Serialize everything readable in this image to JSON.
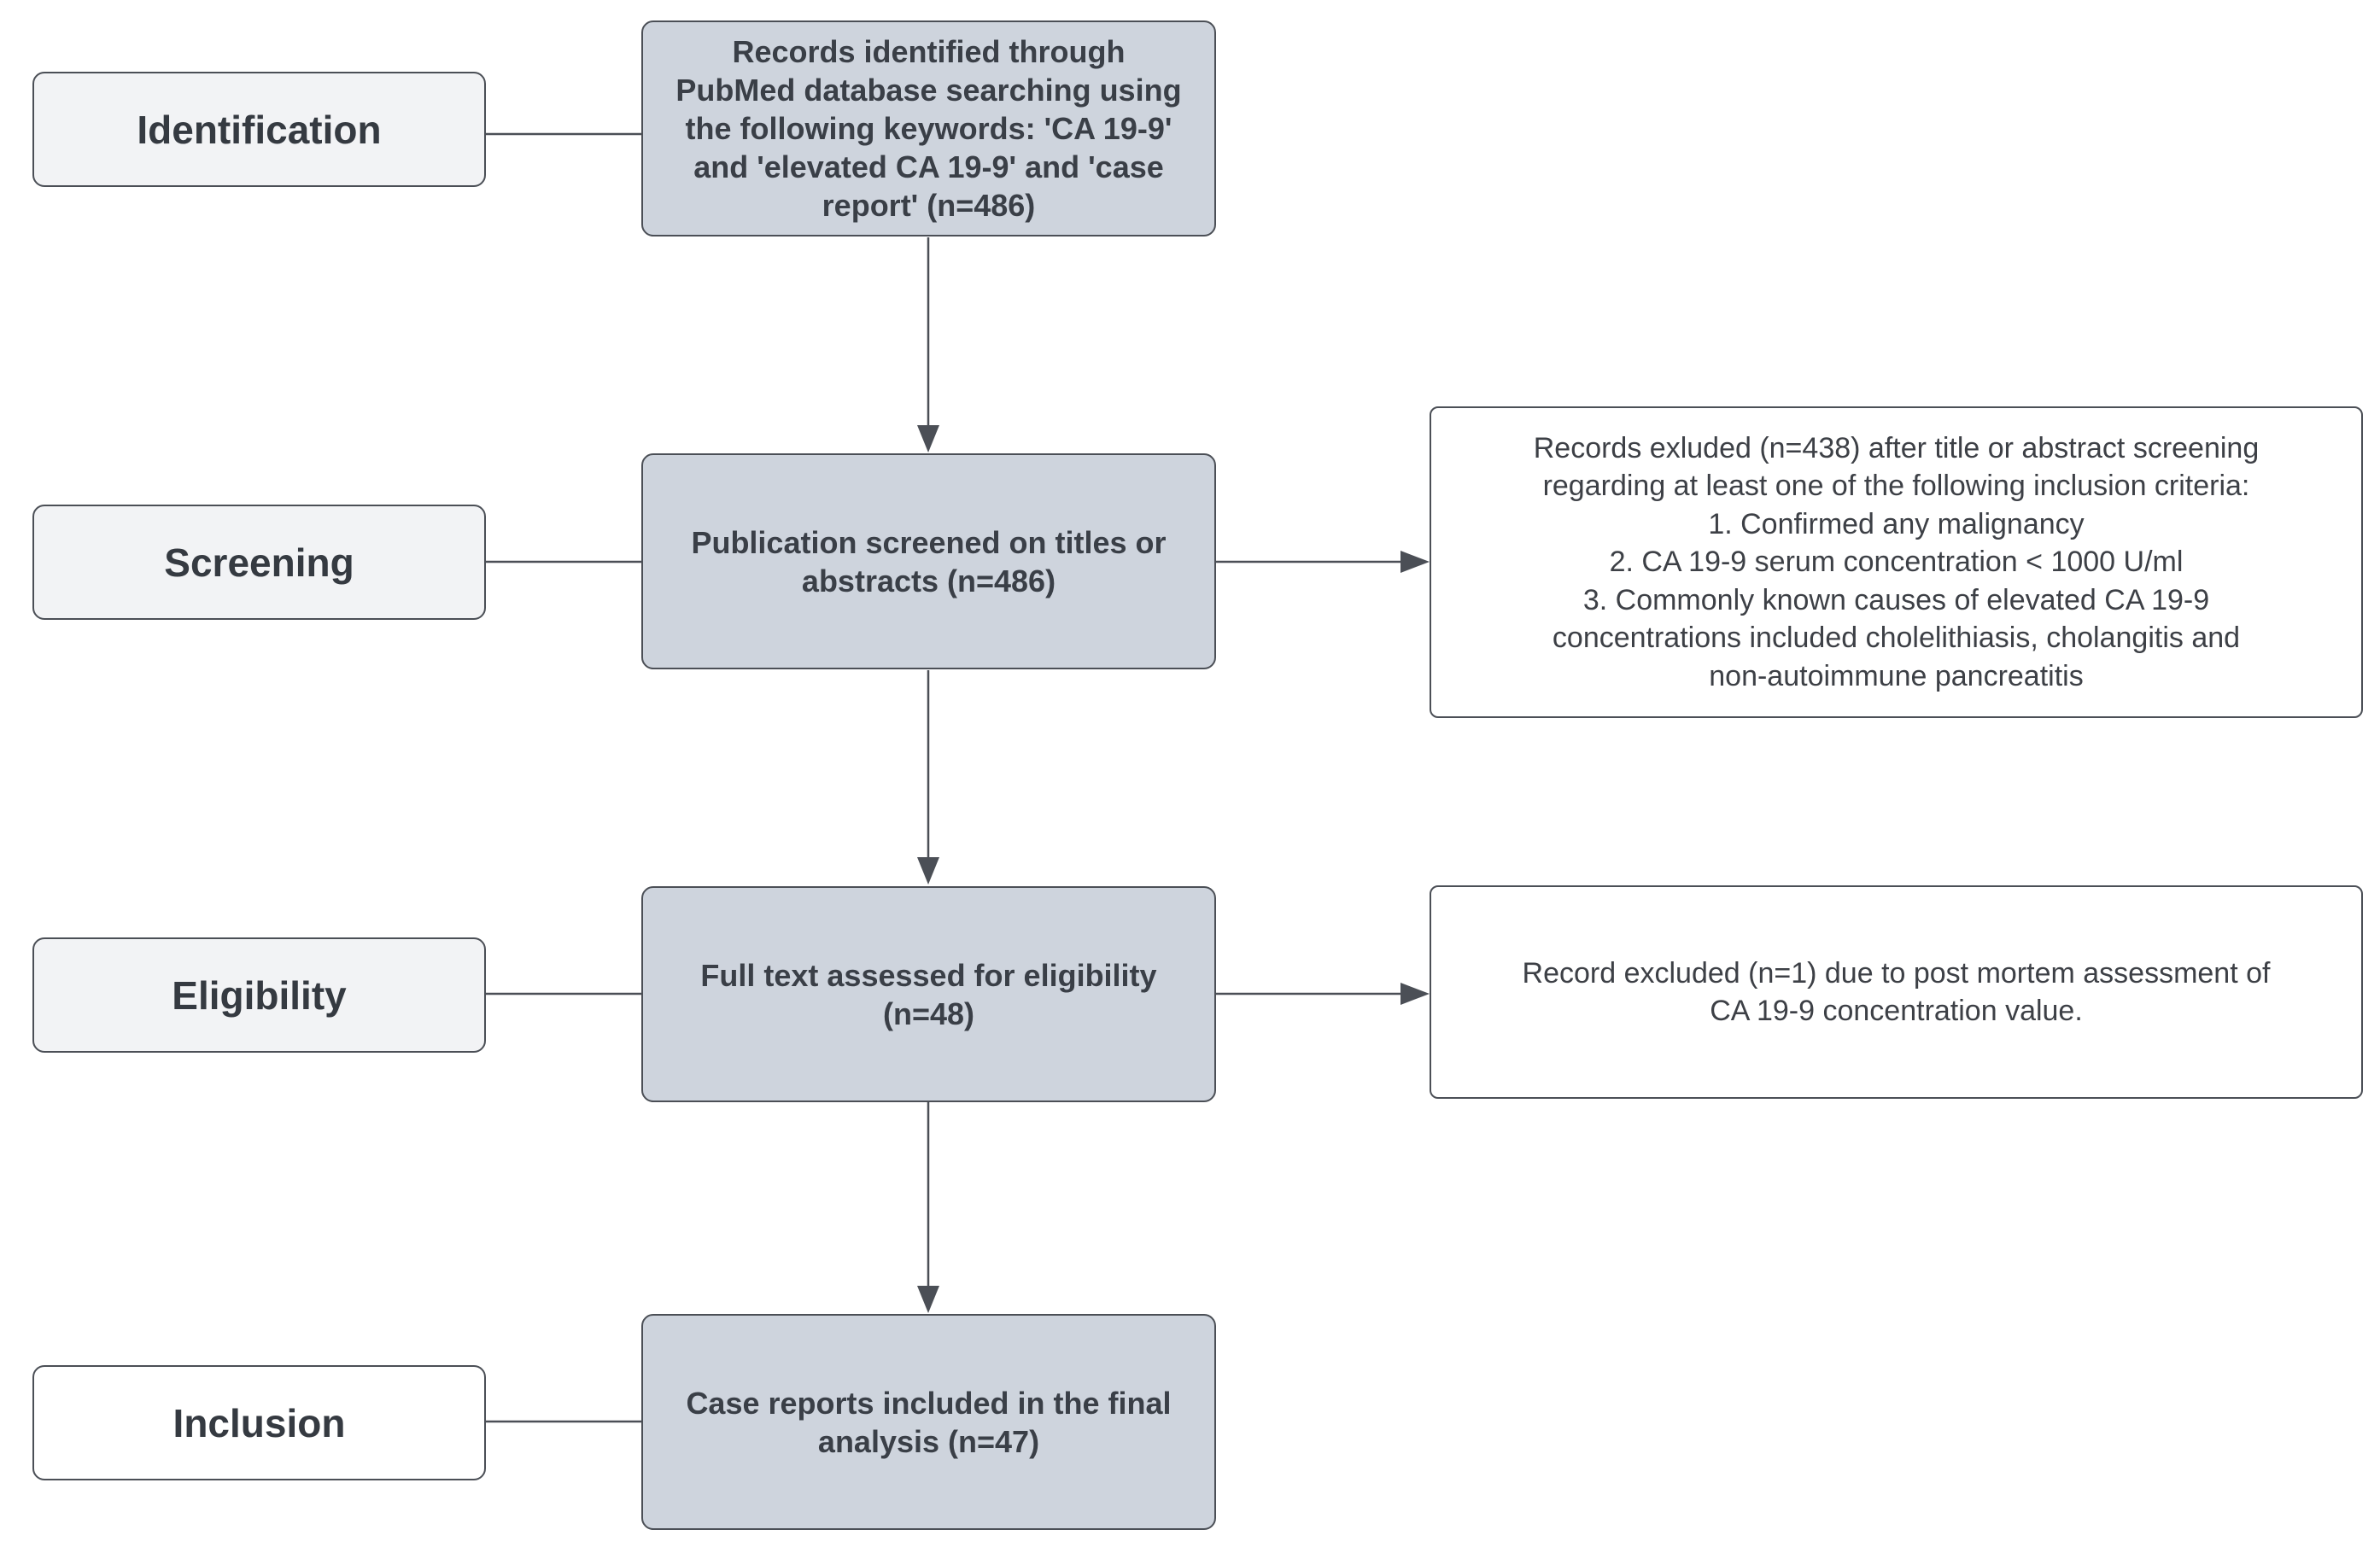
{
  "stages": {
    "identification": "Identification",
    "screening": "Screening",
    "eligibility": "Eligibility",
    "inclusion": "Inclusion"
  },
  "steps": {
    "identified": {
      "lines": [
        "Records identified through",
        "PubMed database searching using",
        "the following keywords: 'CA 19-9'",
        "and 'elevated CA 19-9' and 'case",
        "report' (n=486)"
      ]
    },
    "screened": {
      "lines": [
        "Publication screened on titles or",
        "abstracts (n=486)"
      ]
    },
    "full_text": {
      "lines": [
        "Full text assessed for eligibility",
        "(n=48)"
      ]
    },
    "included": {
      "lines": [
        "Case reports included in the final",
        "analysis (n=47)"
      ]
    }
  },
  "exclusions": {
    "screening": {
      "lines": [
        "Records exluded (n=438) after title or abstract screening",
        "regarding at least one of the following inclusion criteria:",
        "1. Confirmed any malignancy",
        "2. CA 19-9 serum concentration < 1000 U/ml",
        "3. Commonly known causes of elevated CA 19-9",
        "concentrations included cholelithiasis, cholangitis and",
        "non-autoimmune pancreatitis"
      ]
    },
    "eligibility": {
      "lines": [
        "Record excluded (n=1) due to post mortem assessment of",
        "CA 19-9 concentration value."
      ]
    }
  },
  "colors": {
    "stage_fill": "#f2f3f5",
    "process_fill": "#ced4dd",
    "border": "#4b4f56"
  }
}
